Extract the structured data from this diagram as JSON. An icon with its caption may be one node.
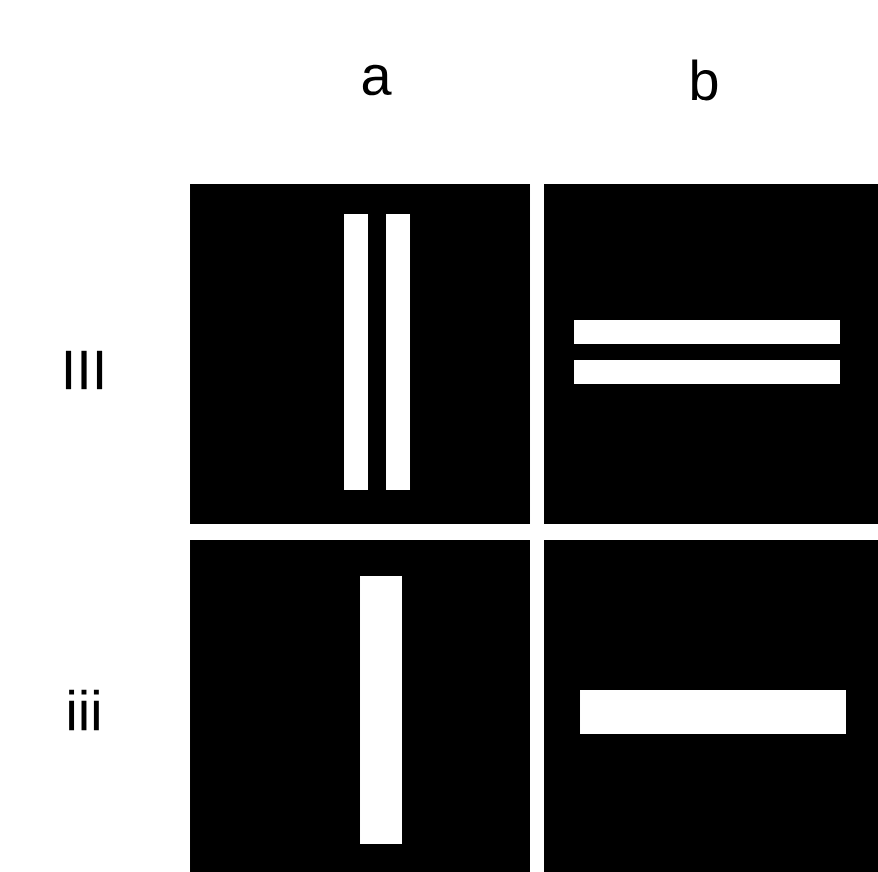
{
  "diagram": {
    "labels": [
      "a",
      "b",
      "III",
      "iii"
    ]
  }
}
